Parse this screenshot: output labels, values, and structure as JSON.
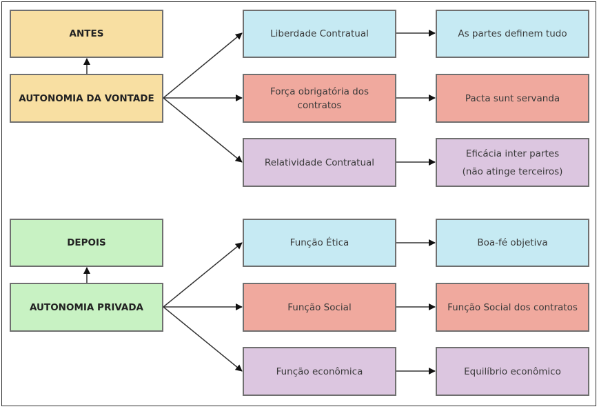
{
  "colors": {
    "yellow": "#f8dfa2",
    "green": "#c8f2c3",
    "blue": "#c6eaf3",
    "red": "#f0a99e",
    "purple": "#dcc6e0",
    "border": "#6f6f6f",
    "edge": "#333333"
  },
  "top_group": {
    "period": "ANTES",
    "root": "AUTONOMIA DA VONTADE",
    "principles": [
      {
        "label": "Liberdade Contratual",
        "result": "As partes definem tudo",
        "result_line2": ""
      },
      {
        "label": "Força obrigatória dos contratos",
        "result": "Pacta sunt servanda",
        "result_line2": ""
      },
      {
        "label": "Relatividade Contratual",
        "result": "Eficácia inter partes",
        "result_line2": "(não atinge terceiros)"
      }
    ]
  },
  "bottom_group": {
    "period": "DEPOIS",
    "root": "AUTONOMIA PRIVADA",
    "principles": [
      {
        "label": "Função Ética",
        "result": "Boa-fé objetiva"
      },
      {
        "label": "Função Social",
        "result": "Função Social dos contratos"
      },
      {
        "label": "Função econômica",
        "result": "Equilíbrio econômico"
      }
    ]
  }
}
